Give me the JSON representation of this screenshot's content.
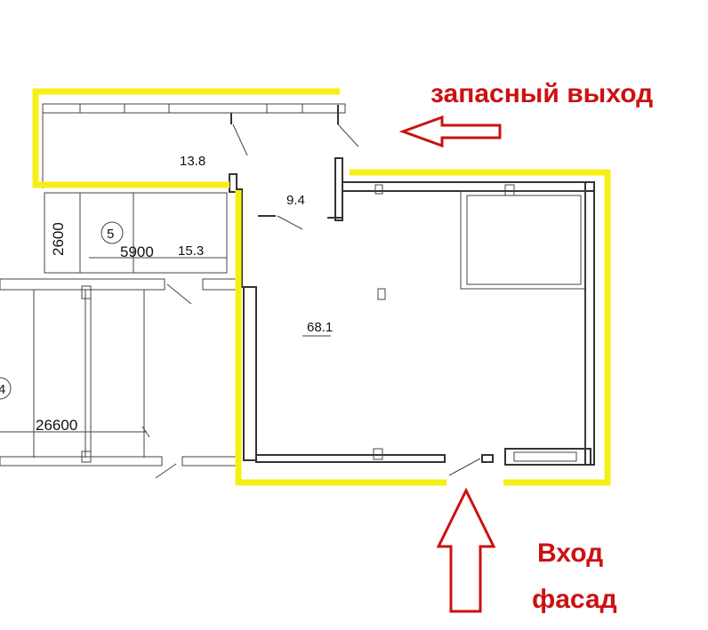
{
  "annotations": {
    "emergency_exit": "запасный выход",
    "entrance_line1": "Вход",
    "entrance_line2": "фасад"
  },
  "rooms": {
    "area_top": "13.8",
    "area_mid": "9.4",
    "area_left": "15.3",
    "area_main": "68.1",
    "room_number": "5",
    "room_number_partial": "4"
  },
  "dimensions": {
    "vertical_2600": "2600",
    "width_5900": "5900",
    "width_26600": "26600"
  },
  "colors": {
    "highlight": "#f6ef16",
    "annotation": "#cc1111",
    "walls": "#333333"
  }
}
